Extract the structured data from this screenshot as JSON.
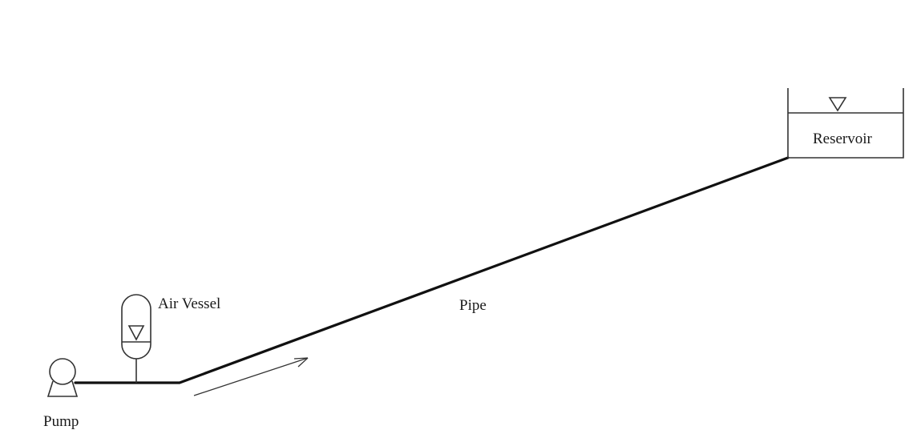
{
  "labels": {
    "pump": "Pump",
    "air_vessel": "Air Vessel",
    "pipe": "Pipe",
    "reservoir": "Reservoir"
  },
  "icons": {
    "water_level": "inverted-triangle-icon",
    "flow_direction": "arrow-icon"
  },
  "colors": {
    "line": "#111111",
    "background": "#ffffff"
  }
}
